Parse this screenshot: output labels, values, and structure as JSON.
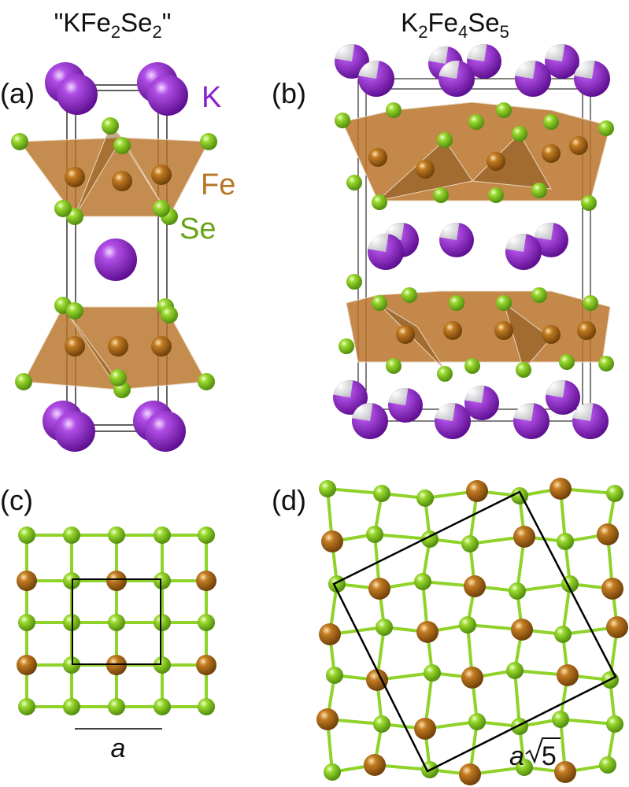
{
  "titles": {
    "left": "\"KFe2Se2\"",
    "left_parts": {
      "a": "\"KFe",
      "b": "2",
      "c": "Se",
      "d": "2",
      "e": "\""
    },
    "right": "K2Fe4Se5",
    "right_parts": {
      "a": "K",
      "b": "2",
      "c": "Fe",
      "d": "4",
      "e": "Se",
      "f": "5"
    }
  },
  "panels": {
    "a": "(a)",
    "b": "(b)",
    "c": "(c)",
    "d": "(d)"
  },
  "species": [
    {
      "label": "K",
      "color": "#8a22c8"
    },
    {
      "label": "Fe",
      "color": "#b77524"
    },
    {
      "label": "Se",
      "color": "#6aa21a"
    }
  ],
  "scale": {
    "c_label": "a",
    "d_label": "a",
    "d_label_sqrt": "5"
  },
  "colors": {
    "k": "#8a22c8",
    "k_light": "#cc7df0",
    "fe": "#b5731f",
    "se": "#8fd22a",
    "bond": "#8fd22a",
    "octahedron": "#b8732a",
    "cell": "#000000"
  }
}
